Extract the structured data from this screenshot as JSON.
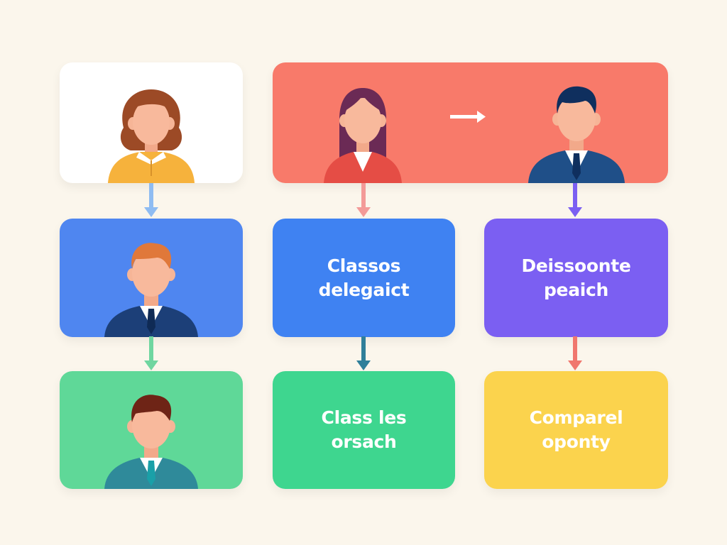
{
  "diagram": {
    "background": "#fbf6ec",
    "nodes": [
      {
        "id": "top-left",
        "kind": "person",
        "figure": "woman-yellow-blouse",
        "color": "#ffffff"
      },
      {
        "id": "top-wide",
        "kind": "person-pair",
        "figures": [
          "woman-red-blazer",
          "man-navy-suit"
        ],
        "color": "#f97a6a",
        "inner_arrow": "right-arrow"
      },
      {
        "id": "mid-left",
        "kind": "person",
        "figure": "man-ginger-hair-navy-suit",
        "color": "#4f86f0"
      },
      {
        "id": "mid-center",
        "kind": "text",
        "color": "#3f82f2",
        "lines": [
          "Classos",
          "delegaict"
        ]
      },
      {
        "id": "mid-right",
        "kind": "text",
        "color": "#7b5ff2",
        "lines": [
          "Deissoonte",
          "peaich"
        ]
      },
      {
        "id": "bot-left",
        "kind": "person",
        "figure": "man-teal-suit",
        "color": "#5fd898"
      },
      {
        "id": "bot-center",
        "kind": "text",
        "color": "#3ed68f",
        "lines": [
          "Class les",
          "orsach"
        ]
      },
      {
        "id": "bot-right",
        "kind": "text",
        "color": "#fbd34d",
        "lines": [
          "Comparel",
          "oponty"
        ]
      }
    ],
    "edges": [
      {
        "from": "top-left",
        "to": "mid-left",
        "color": "#8fbcf2"
      },
      {
        "from": "mid-left",
        "to": "bot-left",
        "color": "#6fd6a0"
      },
      {
        "from": "top-wide",
        "to": "mid-center",
        "color": "#f39a98"
      },
      {
        "from": "top-wide",
        "to": "mid-right",
        "color": "#7b5ff2"
      },
      {
        "from": "mid-center",
        "to": "bot-center",
        "color": "#2f7f9a"
      },
      {
        "from": "mid-right",
        "to": "bot-right",
        "color": "#f0776e"
      }
    ]
  },
  "texts": {
    "mid_center": {
      "line1": "Classos",
      "line2": "delegaict"
    },
    "mid_right": {
      "line1": "Deissoonte",
      "line2": "peaich"
    },
    "bot_center": {
      "line1": "Class les",
      "line2": "orsach"
    },
    "bot_right": {
      "line1": "Comparel",
      "line2": "oponty"
    }
  }
}
